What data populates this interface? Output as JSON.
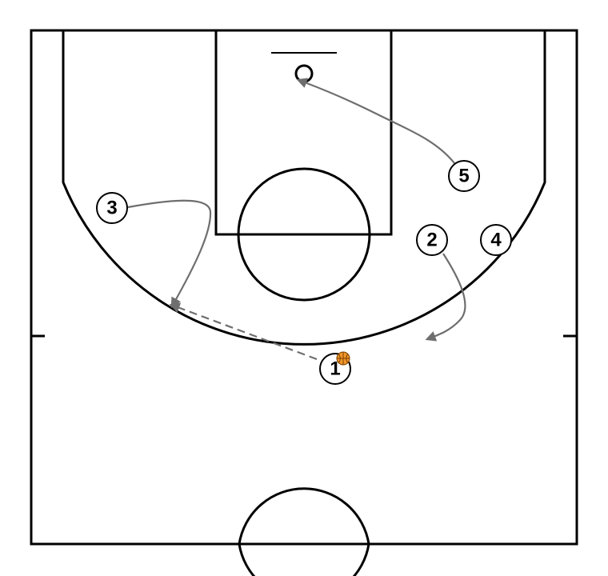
{
  "diagram": {
    "line_color": "#000000",
    "background_color": "#ffffff",
    "arrow_color": "#6e6e6e",
    "ball_color": "#f0962a",
    "players": [
      {
        "id": "p1",
        "label": "1",
        "has_ball": true
      },
      {
        "id": "p2",
        "label": "2",
        "has_ball": false
      },
      {
        "id": "p3",
        "label": "3",
        "has_ball": false
      },
      {
        "id": "p4",
        "label": "4",
        "has_ball": false
      },
      {
        "id": "p5",
        "label": "5",
        "has_ball": false
      }
    ],
    "actions": [
      {
        "id": "pass-1-to-3",
        "type": "pass",
        "from": "1",
        "to": "3",
        "style": "dashed"
      },
      {
        "id": "cut-3",
        "type": "movement",
        "player": "3",
        "style": "solid"
      },
      {
        "id": "cut-2",
        "type": "movement",
        "player": "2",
        "style": "solid"
      },
      {
        "id": "cut-5",
        "type": "movement",
        "player": "5",
        "style": "solid"
      }
    ]
  }
}
